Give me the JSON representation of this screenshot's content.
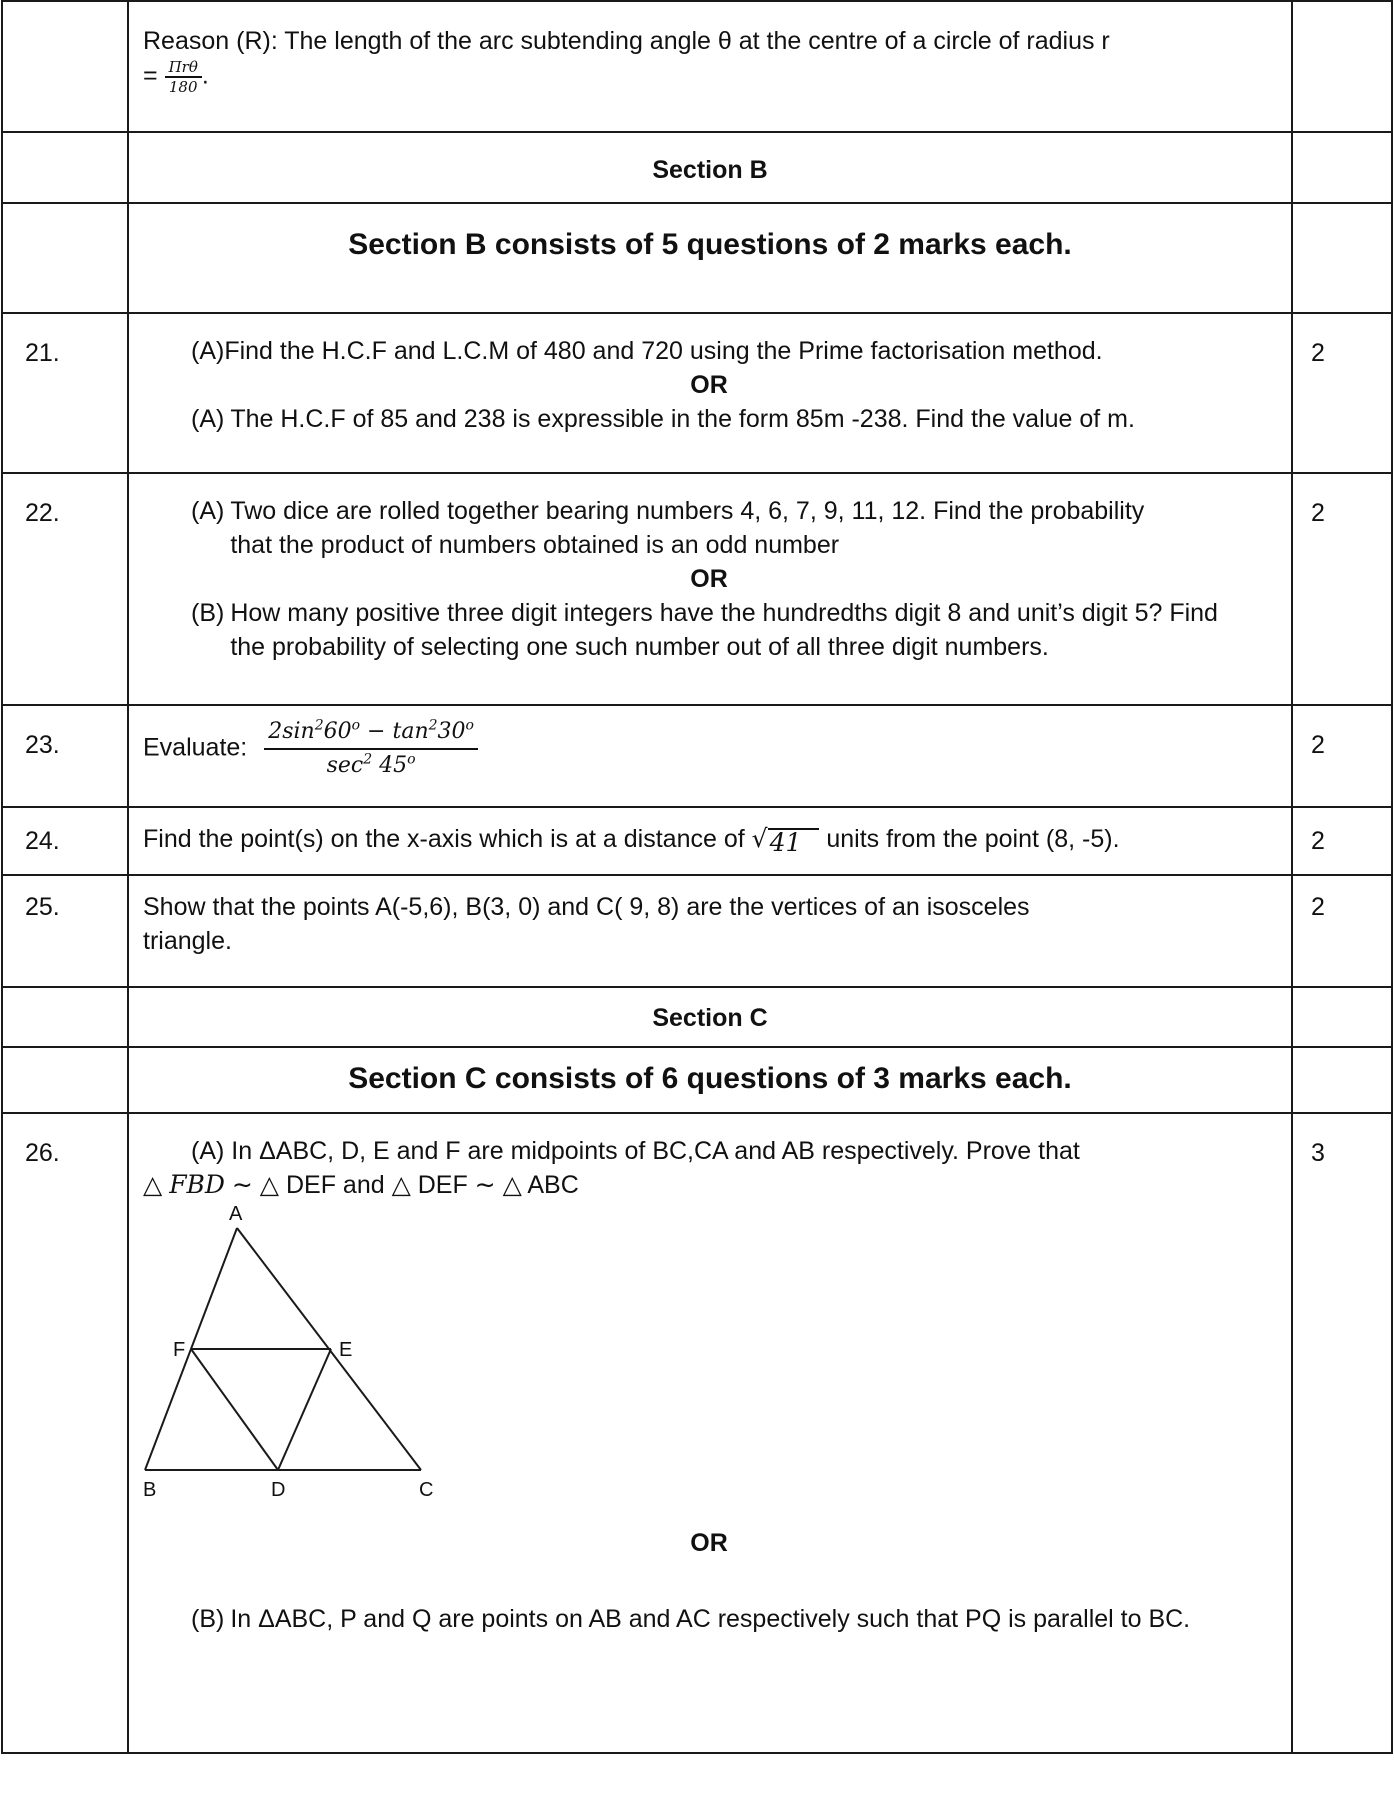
{
  "top": {
    "reason_text": "Reason (R): The length of the arc subtending angle θ at the centre of a circle of radius r",
    "reason_eq": "=",
    "reason_num": "Πrθ",
    "reason_den": "180",
    "reason_end": "."
  },
  "section_b": {
    "title": "Section B",
    "subtitle": "Section B consists of 5 questions of 2 marks each."
  },
  "questions": {
    "q21": {
      "num": "21.",
      "mark": "2",
      "a_label": "(A)",
      "a_text": "Find the H.C.F and L.C.M of 480 and 720 using the Prime factorisation method.",
      "or": "OR",
      "b_label": "(A)",
      "b_text": "The H.C.F of 85 and 238 is expressible in the form 85m -238. Find the value of m."
    },
    "q22": {
      "num": "22.",
      "mark": "2",
      "a_label": "(A)",
      "a_text": "Two dice are rolled together bearing numbers 4, 6, 7, 9, 11, 12. Find the probability that the product of numbers obtained is an odd number",
      "or": "OR",
      "b_label": "(B)",
      "b_text": "How many positive three digit integers have the hundredths digit 8 and unit’s digit 5? Find the probability of selecting one such number out of all three digit numbers."
    },
    "q23": {
      "num": "23.",
      "mark": "2",
      "prefix": "Evaluate:",
      "num_a": "2sin",
      "num_a_sup": "2",
      "num_b": "60",
      "num_b_sup": "o",
      "num_c": " − tan",
      "num_c_sup": "2",
      "num_d": "30",
      "num_d_sup": "o",
      "den_a": "sec",
      "den_a_sup": "2",
      "den_b": " 45",
      "den_b_sup": "o"
    },
    "q24": {
      "num": "24.",
      "mark": "2",
      "text_before": "Find the point(s) on the x-axis which is at a distance of",
      "radicand": "41",
      "text_after": "units from the point (8, -5)."
    },
    "q25": {
      "num": "25.",
      "mark": "2",
      "text": "Show that the points A(-5,6), B(3, 0) and C( 9, 8) are the vertices of an isosceles triangle."
    },
    "q26": {
      "num": "26.",
      "mark": "3",
      "a_label": "(A)",
      "a_text": "In ΔABC, D, E and F are midpoints of BC,CA and AB respectively. Prove that",
      "a_line2_a": "△",
      "a_line2_b": "FBD",
      "a_line2_c": " ∼ △ DEF and   △ DEF ∼ △ ABC",
      "figure_labels": {
        "A": "A",
        "B": "B",
        "C": "C",
        "D": "D",
        "E": "E",
        "F": "F"
      },
      "or": "OR",
      "b_label": "(B)",
      "b_text": "In ΔABC, P and Q are points on AB and AC respectively such that PQ is parallel to BC."
    }
  },
  "section_c": {
    "title": "Section C",
    "subtitle": "Section C consists of 6 questions of 3 marks each."
  }
}
